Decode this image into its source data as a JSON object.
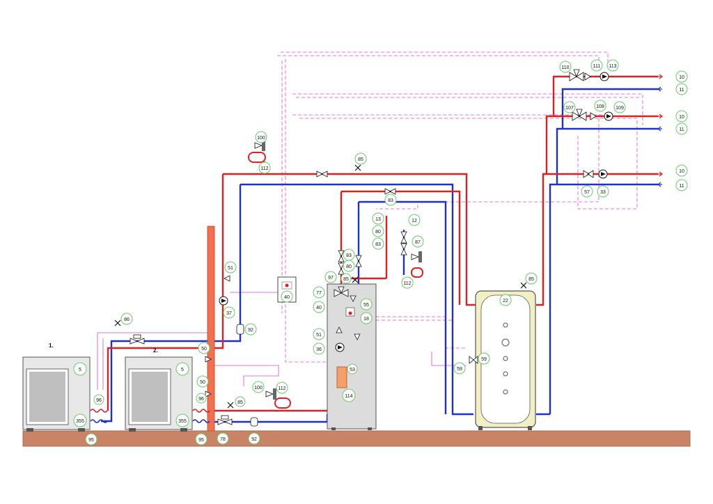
{
  "colors": {
    "supply": "#e02020",
    "return": "#1f2fd0",
    "control": "#e07ad8",
    "floor": "#c98466",
    "buffer_tank": "#f2efc4",
    "label_ring": "#66cc66"
  },
  "units": [
    {
      "tag": "1.",
      "main_number": "5",
      "sub_number": "355"
    },
    {
      "tag": "2.",
      "main_number": "5",
      "sub_number": "355"
    }
  ],
  "labels": {
    "circuit_outlets": [
      {
        "supply": "10",
        "return": "11"
      },
      {
        "supply": "10",
        "return": "11"
      },
      {
        "supply": "10",
        "return": "11"
      }
    ],
    "mixer_1": [
      "110",
      "111",
      "113"
    ],
    "mixer_2": [
      "107",
      "108",
      "109"
    ],
    "direct_circuit": [
      "57",
      "33"
    ],
    "safety_group_top": [
      "100",
      "112"
    ],
    "top_vent": "85",
    "valve_stack": [
      "13",
      "80",
      "83"
    ],
    "cold_water": [
      "12",
      "87",
      "112"
    ],
    "controller_box": "40",
    "hp_loop_pump": [
      "51",
      "37"
    ],
    "vent_left": "86",
    "sensor_left": "92",
    "tank_left": [
      "83",
      "80",
      "97",
      "85",
      "77",
      "40",
      "51",
      "36",
      "55",
      "18",
      "53",
      "114"
    ],
    "lower_group": [
      "100",
      "112",
      "85"
    ],
    "bottom": [
      "95",
      "95",
      "78",
      "92"
    ],
    "unit_side": [
      "96",
      "96",
      "50",
      "50"
    ],
    "buffer": [
      "22",
      "85",
      "59",
      "59"
    ],
    "hp_connector_left": "83"
  }
}
